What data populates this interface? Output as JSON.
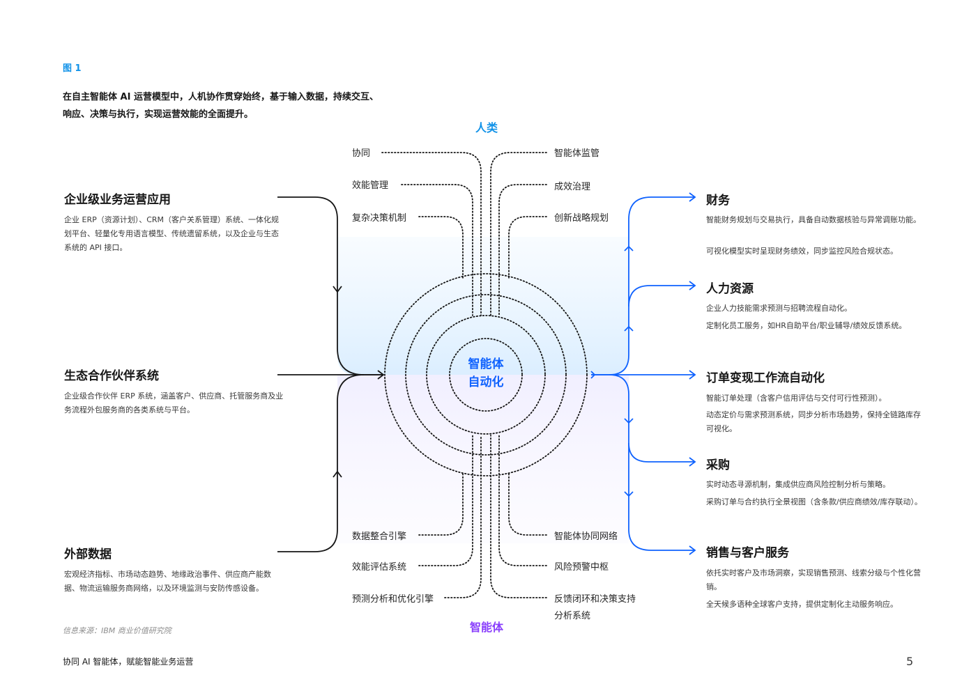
{
  "figure_label": "图 1",
  "caption": [
    "在自主智能体 AI 运营模型中，人机协作贯穿始终，基于输入数据，持续交互、",
    "响应、决策与执行，实现运营效能的全面提升。"
  ],
  "center": {
    "line1": "智能体",
    "line2": "自动化"
  },
  "human_label": "人类",
  "agent_label": "智能体",
  "top_left": [
    "协同",
    "效能管理",
    "复杂决策机制"
  ],
  "top_right": [
    "智能体监管",
    "成效治理",
    "创新战略规划"
  ],
  "bottom_left": [
    "数据整合引擎",
    "效能评估系统",
    "预测分析和优化引擎"
  ],
  "bottom_right": [
    "智能体协同网络",
    "风险预警中枢",
    "反馈闭环和决策支持",
    "分析系统"
  ],
  "inputs": [
    {
      "title": "企业级业务运营应用",
      "desc": "企业 ERP（资源计划）、CRM（客户关系管理）系统、一体化规划平台、轻量化专用语言模型、传统遗留系统，以及企业与生态系统的 API 接口。"
    },
    {
      "title": "生态合作伙伴系统",
      "desc": "企业级合作伙伴 ERP 系统，涵盖客户、供应商、托管服务商及业务流程外包服务商的各类系统与平台。"
    },
    {
      "title": "外部数据",
      "desc": "宏观经济指标、市场动态趋势、地缘政治事件、供应商产能数据、物流运输服务商网络，以及环境监测与安防传感设备。"
    }
  ],
  "outputs": [
    {
      "title": "财务",
      "items": [
        "智能财务规划与交易执行，具备自动数据核验与异常调账功能。",
        "可视化模型实时呈现财务绩效，同步监控风险合规状态。"
      ]
    },
    {
      "title": "人力资源",
      "items": [
        "企业人力技能需求预测与招聘流程自动化。",
        "定制化员工服务，如HR自助平台/职业辅导/绩效反馈系统。"
      ]
    },
    {
      "title": "订单变现工作流自动化",
      "items": [
        "智能订单处理（含客户信用评估与交付可行性预测）。",
        "动态定价与需求预测系统，同步分析市场趋势，保持全链路库存可视化。"
      ]
    },
    {
      "title": "采购",
      "items": [
        "实时动态寻源机制，集成供应商风险控制分析与策略。",
        "采购订单与合约执行全景视图（含条款/供应商绩效/库存联动）。"
      ]
    },
    {
      "title": "销售与客户服务",
      "items": [
        "依托实时客户及市场洞察，实现销售预测、线索分级与个性化营销。",
        "全天候多语种全球客户支持，提供定制化主动服务响应。"
      ]
    }
  ],
  "source": "信息来源：IBM 商业价值研究院",
  "footer": "协同 AI 智能体，赋能智能业务运营",
  "page_number": "5",
  "colors": {
    "accent_blue": "#0f62fe",
    "human_blue": "#1192e8",
    "agent_purple": "#8a3ffc",
    "line": "#161616"
  }
}
